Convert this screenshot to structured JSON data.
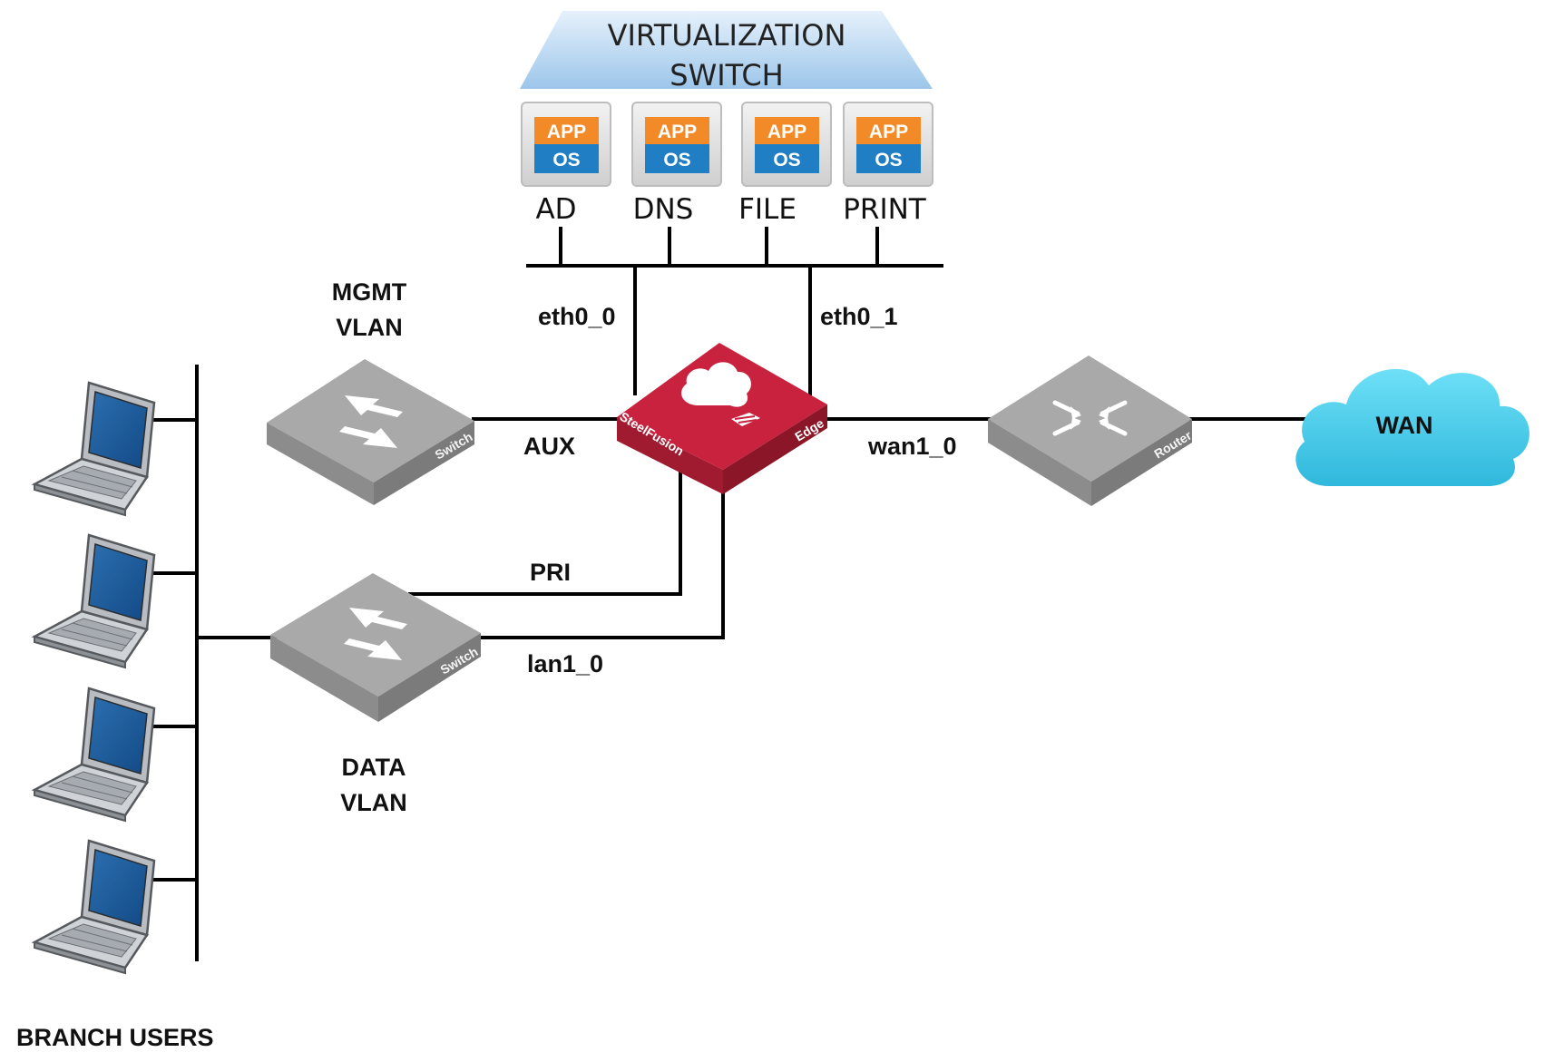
{
  "virtualization_switch": {
    "title_line1": "VIRTUALIZATION",
    "title_line2": "SWITCH",
    "vms": [
      {
        "name": "AD",
        "app": "APP",
        "os": "OS"
      },
      {
        "name": "DNS",
        "app": "APP",
        "os": "OS"
      },
      {
        "name": "FILE",
        "app": "APP",
        "os": "OS"
      },
      {
        "name": "PRINT",
        "app": "APP",
        "os": "OS"
      }
    ]
  },
  "edge_device": {
    "brand": "SteelFusion",
    "model": "Edge",
    "color": "#c8223e"
  },
  "mgmt_switch": {
    "line1": "MGMT",
    "line2": "VLAN",
    "device_label": "Switch"
  },
  "data_switch": {
    "line1": "DATA",
    "line2": "VLAN",
    "device_label": "Switch"
  },
  "router": {
    "device_label": "Router"
  },
  "wan": {
    "label": "WAN",
    "color": "#44c3e3"
  },
  "interfaces": {
    "eth0_0": "eth0_0",
    "eth0_1": "eth0_1",
    "aux": "AUX",
    "pri": "PRI",
    "lan1_0": "lan1_0",
    "wan1_0": "wan1_0"
  },
  "branch_users": {
    "label": "BRANCH USERS",
    "count": 4
  }
}
